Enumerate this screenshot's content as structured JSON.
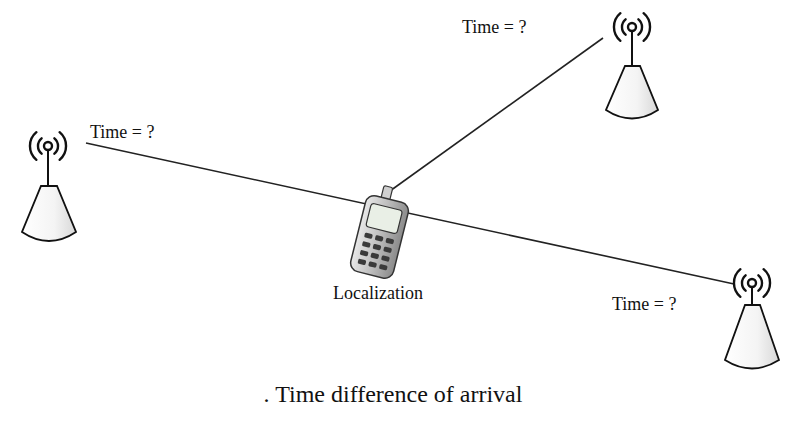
{
  "diagram": {
    "caption": ". Time difference of arrival",
    "labels": [
      "Time = ?",
      "Time = ?",
      "Time = ?",
      "Localization"
    ]
  }
}
